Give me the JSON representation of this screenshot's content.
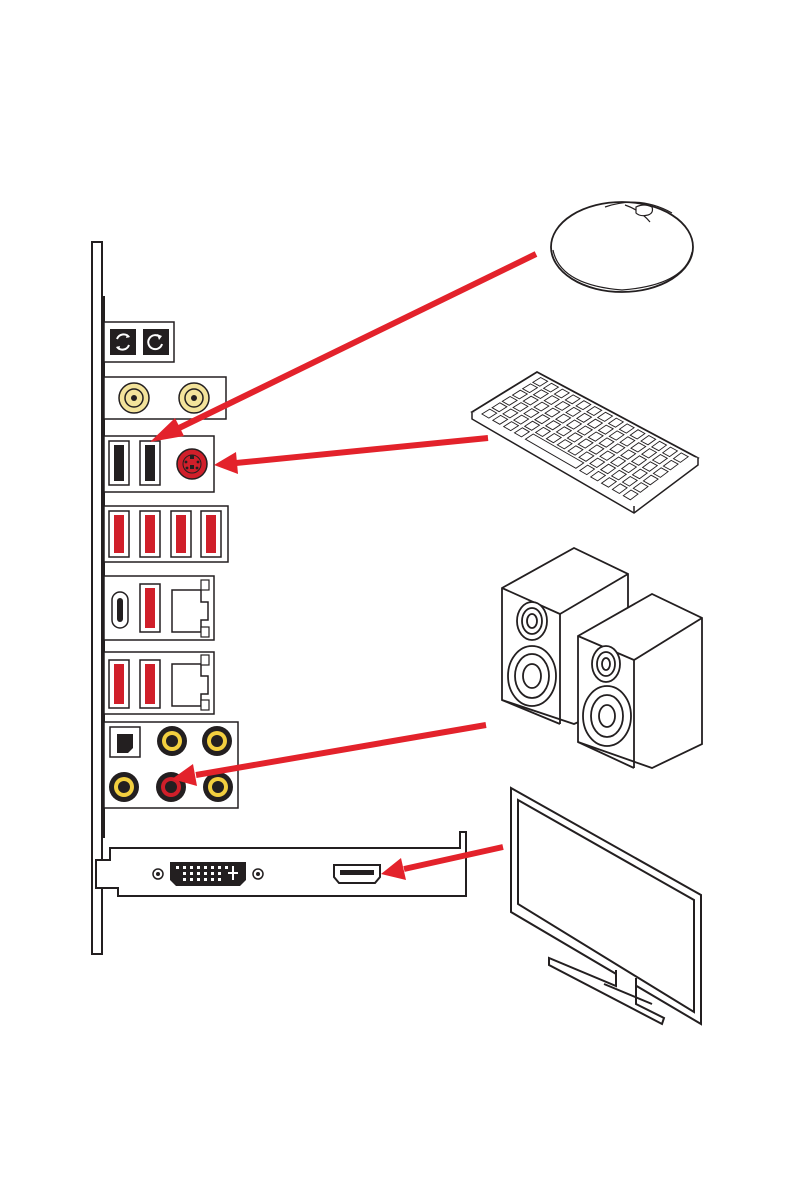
{
  "colors": {
    "accent_red": "#e3222b",
    "port_red": "#d01f2a",
    "line": "#231f20",
    "gold": "#f3cf3f",
    "antenna_gold": "#f3e39b",
    "white": "#ffffff"
  },
  "connections": [
    {
      "device": "mouse",
      "port": "usb-port"
    },
    {
      "device": "keyboard",
      "port": "ps2-port"
    },
    {
      "device": "speakers",
      "port": "audio-line-out-jack"
    },
    {
      "device": "monitor",
      "port": "hdmi-port"
    }
  ],
  "icons": [
    "clear-cmos-icon",
    "bios-flashback-icon",
    "antenna-connector-icon",
    "usb-port-icon",
    "ps2-port-icon",
    "usb-c-port-icon",
    "lan-port-icon",
    "optical-spdif-icon",
    "audio-jack-icon",
    "dvi-port-icon",
    "hdmi-port-icon",
    "mouse-icon",
    "keyboard-icon",
    "speakers-icon",
    "monitor-icon"
  ]
}
